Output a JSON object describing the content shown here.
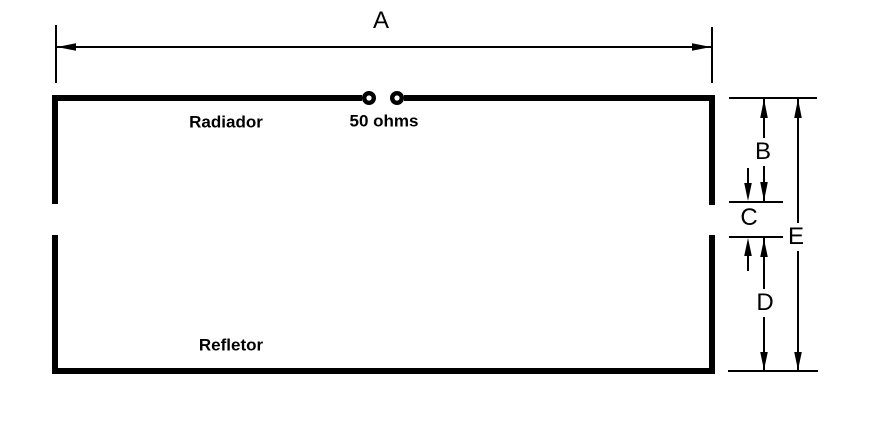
{
  "diagram": {
    "dimension_labels": {
      "a": "A",
      "b": "B",
      "c": "C",
      "d": "D",
      "e": "E"
    },
    "element_labels": {
      "radiator": "Radiador",
      "reflector": "Refletor",
      "feed": "50 ohms"
    },
    "colors": {
      "line": "#000000",
      "background": "#ffffff"
    }
  }
}
